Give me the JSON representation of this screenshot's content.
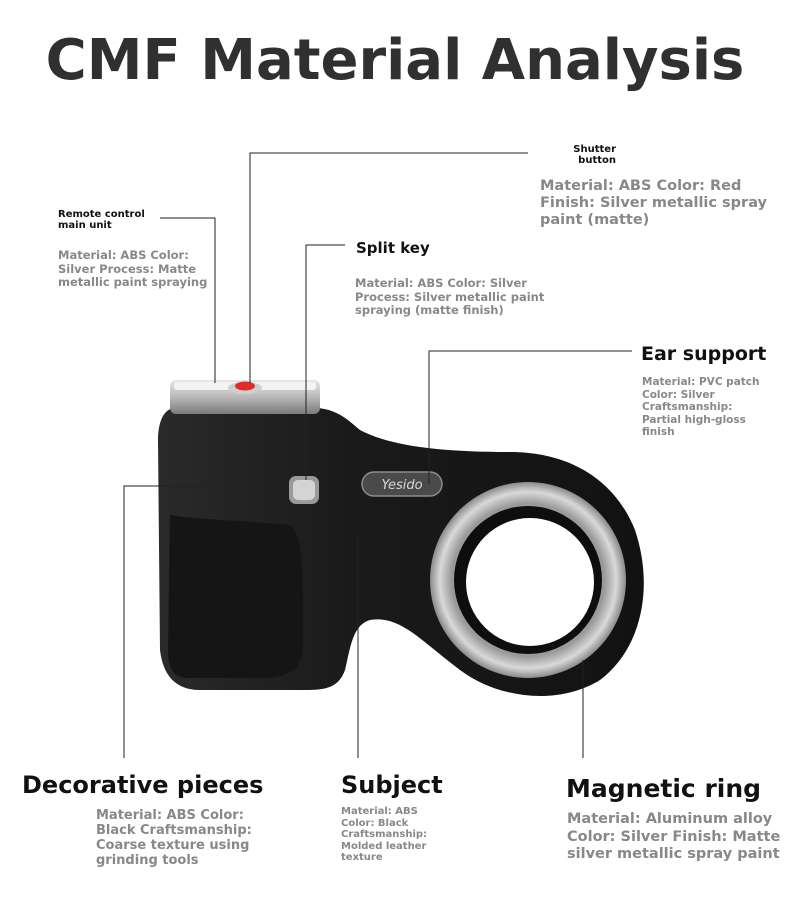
{
  "title": "CMF Material Analysis",
  "callouts": {
    "shutter": {
      "label": "Shutter button",
      "desc": "Material: ABS Color: Red Finish: Silver metallic spray paint (matte)"
    },
    "remote": {
      "label": "Remote control main unit",
      "desc": "Material: ABS Color: Silver Process: Matte metallic paint spraying"
    },
    "split": {
      "label": "Split key",
      "desc": "Material: ABS Color: Silver Process: Silver metallic paint spraying (matte finish)"
    },
    "ear": {
      "label": "Ear support",
      "desc": "Material: PVC patch Color: Silver Craftsmanship: Partial high-gloss finish"
    },
    "decorative": {
      "label": "Decorative pieces",
      "desc": "Material: ABS Color: Black Craftsmanship: Coarse texture using grinding tools"
    },
    "subject": {
      "label": "Subject",
      "desc": "Material: ABS Color: Black Craftsmanship: Molded leather texture"
    },
    "magnetic": {
      "label": "Magnetic ring",
      "desc": "Material: Aluminum alloy Color: Silver Finish: Matte silver metallic spray paint"
    }
  },
  "product": {
    "brand_mark": "Yesido"
  },
  "colors": {
    "title": "#303030",
    "label": "#111111",
    "description": "#888888",
    "leader_line": "#222222",
    "body": "#1c1c1c",
    "ring": "#c4c4c4",
    "shutter": "#e02b2b"
  }
}
